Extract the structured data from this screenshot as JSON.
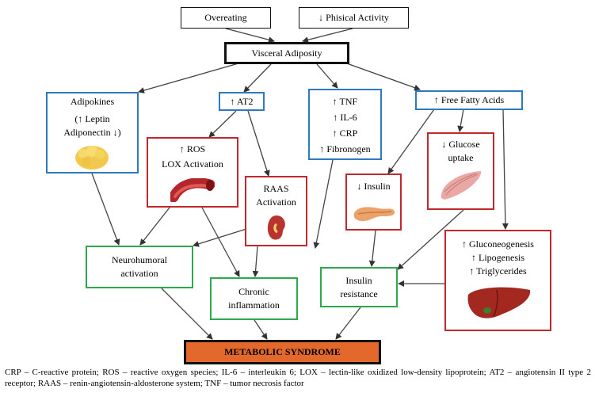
{
  "nodes": {
    "overeating": "Overeating",
    "physical_activity": "↓ Phisical Activity",
    "visceral_adiposity": "Visceral Adiposity",
    "adipokines": {
      "title": "Adipokines",
      "line1": "(↑ Leptin",
      "line2": "Adiponectin ↓)"
    },
    "at2": "↑ AT2",
    "inflammatory_markers": [
      "↑ TNF",
      "↑ IL-6",
      "↑ CRP",
      "↑ Fibronogen"
    ],
    "free_fatty_acids": "↑ Free Fatty Acids",
    "ros_lox": {
      "line1": "↑ ROS",
      "line2": "LOX Activation"
    },
    "raas": {
      "line1": "RAAS",
      "line2": "Activation"
    },
    "insulin": "↓ Insulin",
    "glucose_uptake": {
      "line1": "↓ Glucose",
      "line2": "uptake"
    },
    "gluconeogenesis": [
      "↑ Gluconeogenesis",
      "↑ Lipogenesis",
      "↑ Triglycerides"
    ],
    "neurohumoral": {
      "line1": "Neurohumoral",
      "line2": "activation"
    },
    "chronic_inflammation": {
      "line1": "Chronic",
      "line2": "inflammation"
    },
    "insulin_resistance": {
      "line1": "Insulin",
      "line2": "resistance"
    },
    "metabolic_syndrome": "METABOLIC SYNDROME"
  },
  "colors": {
    "black_border": "#111111",
    "blue_border": "#2f78c0",
    "red_border": "#c0282e",
    "green_border": "#2ea84a",
    "orange_fill": "#e2692b"
  },
  "illustrations": [
    "adipose-tissue-icon",
    "blood-vessel-icon",
    "kidney-icon",
    "pancreas-icon",
    "muscle-icon",
    "liver-icon"
  ],
  "footnote": "CRP – C-reactive protein; ROS – reactive oxygen species; IL-6 – interleukin 6; LOX – lectin-like oxidized low-density lipoprotein; AT2 – angiotensin II type 2 receptor; RAAS – renin-angiotensin-aldosterone system; TNF – tumor necrosis factor"
}
